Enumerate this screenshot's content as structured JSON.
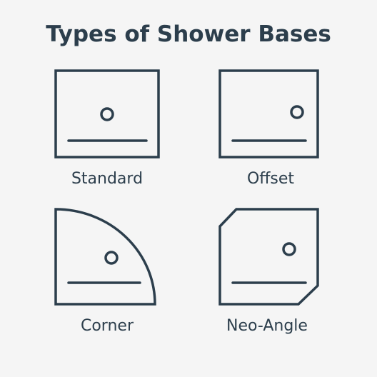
{
  "title": "Types of Shower Bases",
  "bases": [
    {
      "label": "Standard",
      "icon": "standard-base-icon"
    },
    {
      "label": "Offset",
      "icon": "offset-base-icon"
    },
    {
      "label": "Corner",
      "icon": "corner-base-icon"
    },
    {
      "label": "Neo-Angle",
      "icon": "neo-angle-base-icon"
    }
  ],
  "colors": {
    "background": "#f5f5f5",
    "stroke": "#2c3e4c"
  }
}
